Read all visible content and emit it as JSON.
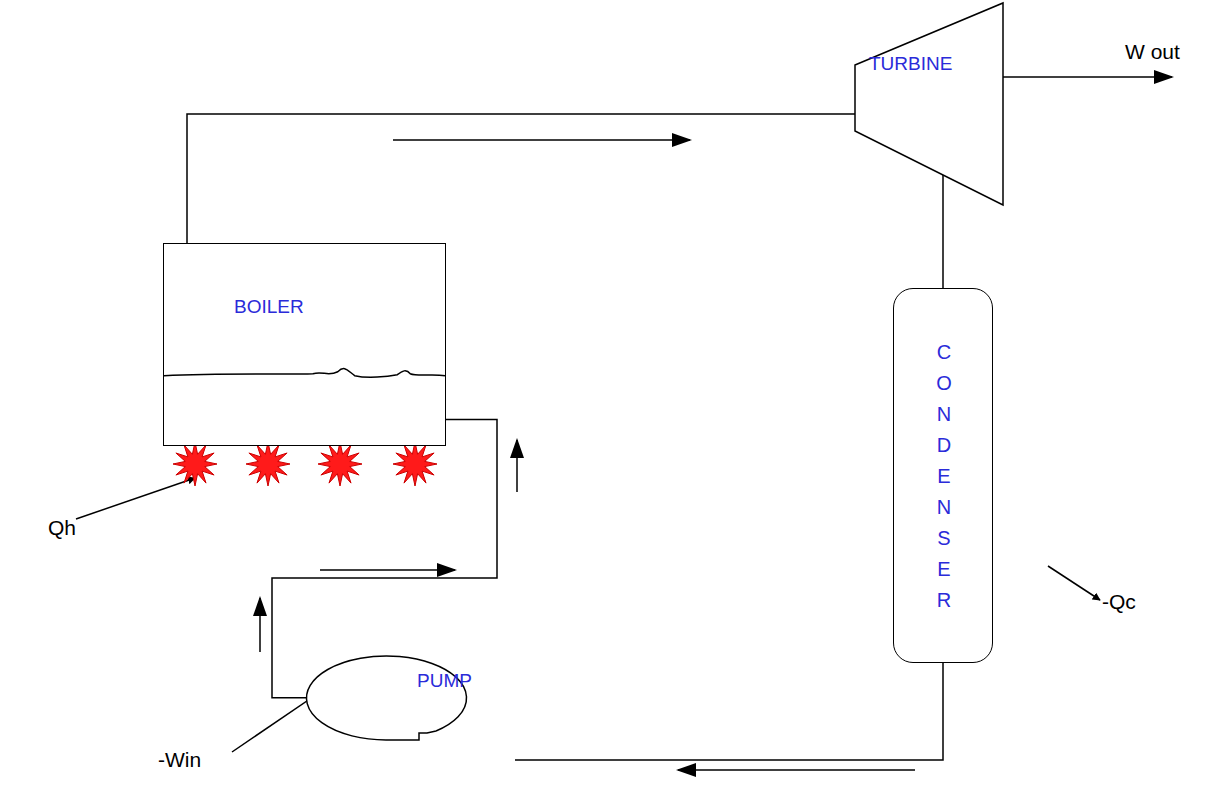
{
  "diagram": {
    "nodes": [
      {
        "text": [
          "BOILER"
        ]
      },
      {
        "text": [
          "TURBINE"
        ]
      },
      {
        "text": [
          "CONDENSER"
        ]
      },
      {
        "text": [
          "PUMP"
        ]
      }
    ],
    "edges": [
      {
        "from": 0,
        "to": 1,
        "arrow": "none"
      },
      {
        "from": 1,
        "to": 2,
        "arrow": "none"
      },
      {
        "from": 2,
        "to": 3,
        "arrow": "none"
      },
      {
        "from": 3,
        "to": 0,
        "arrow": "none"
      }
    ],
    "labels": [
      "W out",
      "-Qc",
      "Qh",
      "-Win"
    ]
  }
}
